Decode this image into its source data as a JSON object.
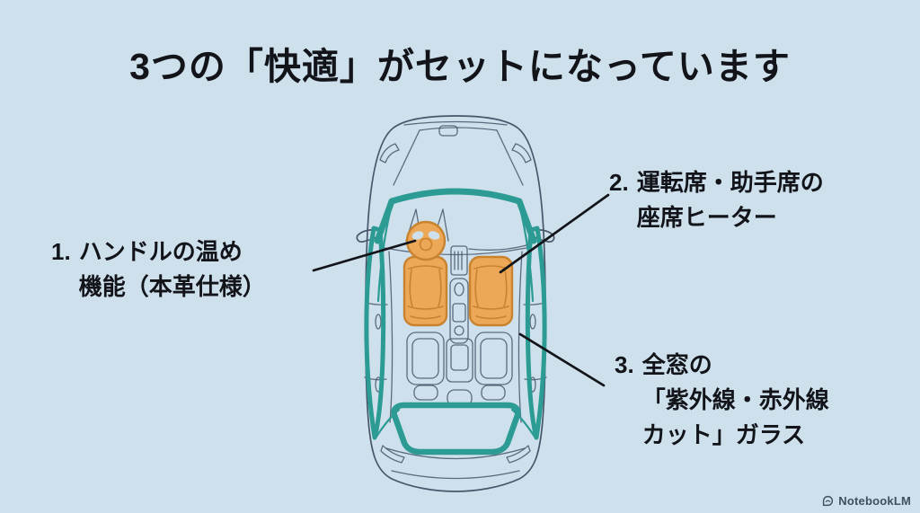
{
  "title": "3つの「快適」がセットになっています",
  "labels": [
    {
      "number": "1.",
      "lines": [
        "ハンドルの温め",
        "機能（本革仕様）"
      ],
      "points_to": "steering-wheel"
    },
    {
      "number": "2.",
      "lines": [
        "運転席・助手席の",
        "座席ヒーター"
      ],
      "points_to": "front-seats"
    },
    {
      "number": "3.",
      "lines": [
        "全窓の",
        "「紫外線・赤外線",
        "カット」ガラス"
      ],
      "points_to": "window-glass"
    }
  ],
  "watermark": {
    "brand": "NotebookLM",
    "icon": "notebooklm-logo-icon"
  },
  "diagram": {
    "type": "car-top-view",
    "orange_highlights": [
      "steering-wheel",
      "driver-seat",
      "passenger-seat"
    ],
    "teal_highlights": [
      "windshield",
      "left-side-windows",
      "right-side-windows",
      "rear-window"
    ]
  },
  "colors": {
    "bg": "#cde0ec",
    "ink": "#12141a",
    "teal": "#2b9b93",
    "orange": "#eca757",
    "orange-dk": "#c9822d",
    "outline": "#47566a",
    "wm": "#40505c"
  }
}
